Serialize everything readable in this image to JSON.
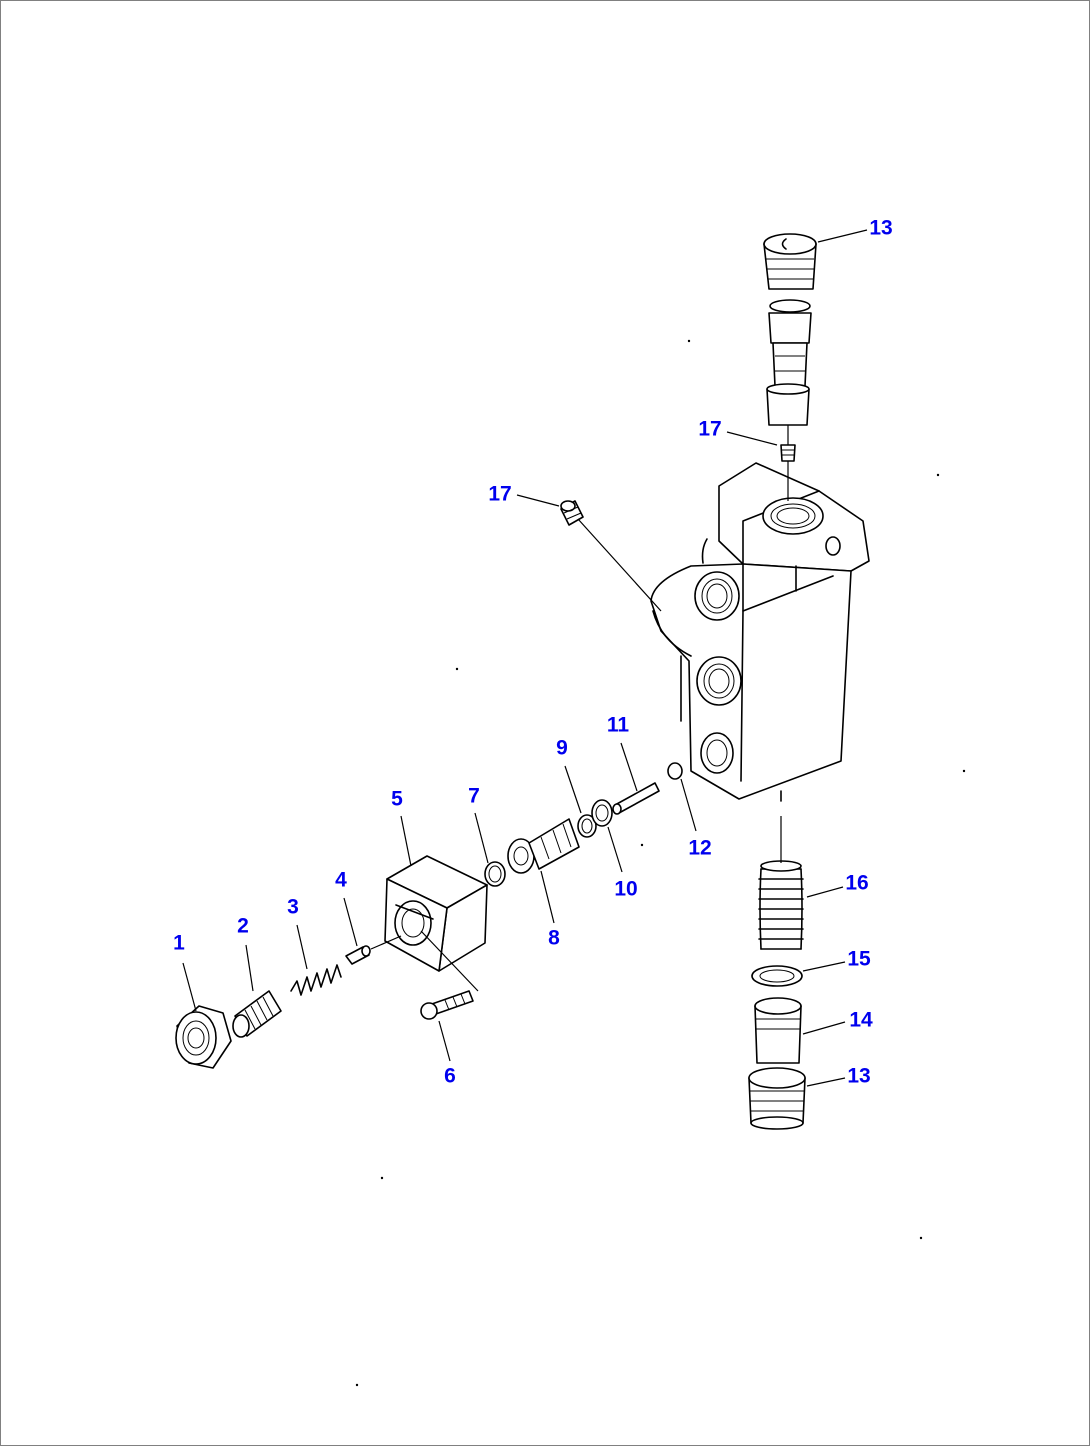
{
  "diagram": {
    "label_color": "#0000ee",
    "line_color": "#000000",
    "callouts": {
      "c1": "1",
      "c2": "2",
      "c3": "3",
      "c4": "4",
      "c5": "5",
      "c6": "6",
      "c7": "7",
      "c8": "8",
      "c9": "9",
      "c10": "10",
      "c11": "11",
      "c12": "12",
      "c13_top": "13",
      "c13_bottom": "13",
      "c14": "14",
      "c15": "15",
      "c16": "16",
      "c17_left": "17",
      "c17_top": "17"
    }
  }
}
